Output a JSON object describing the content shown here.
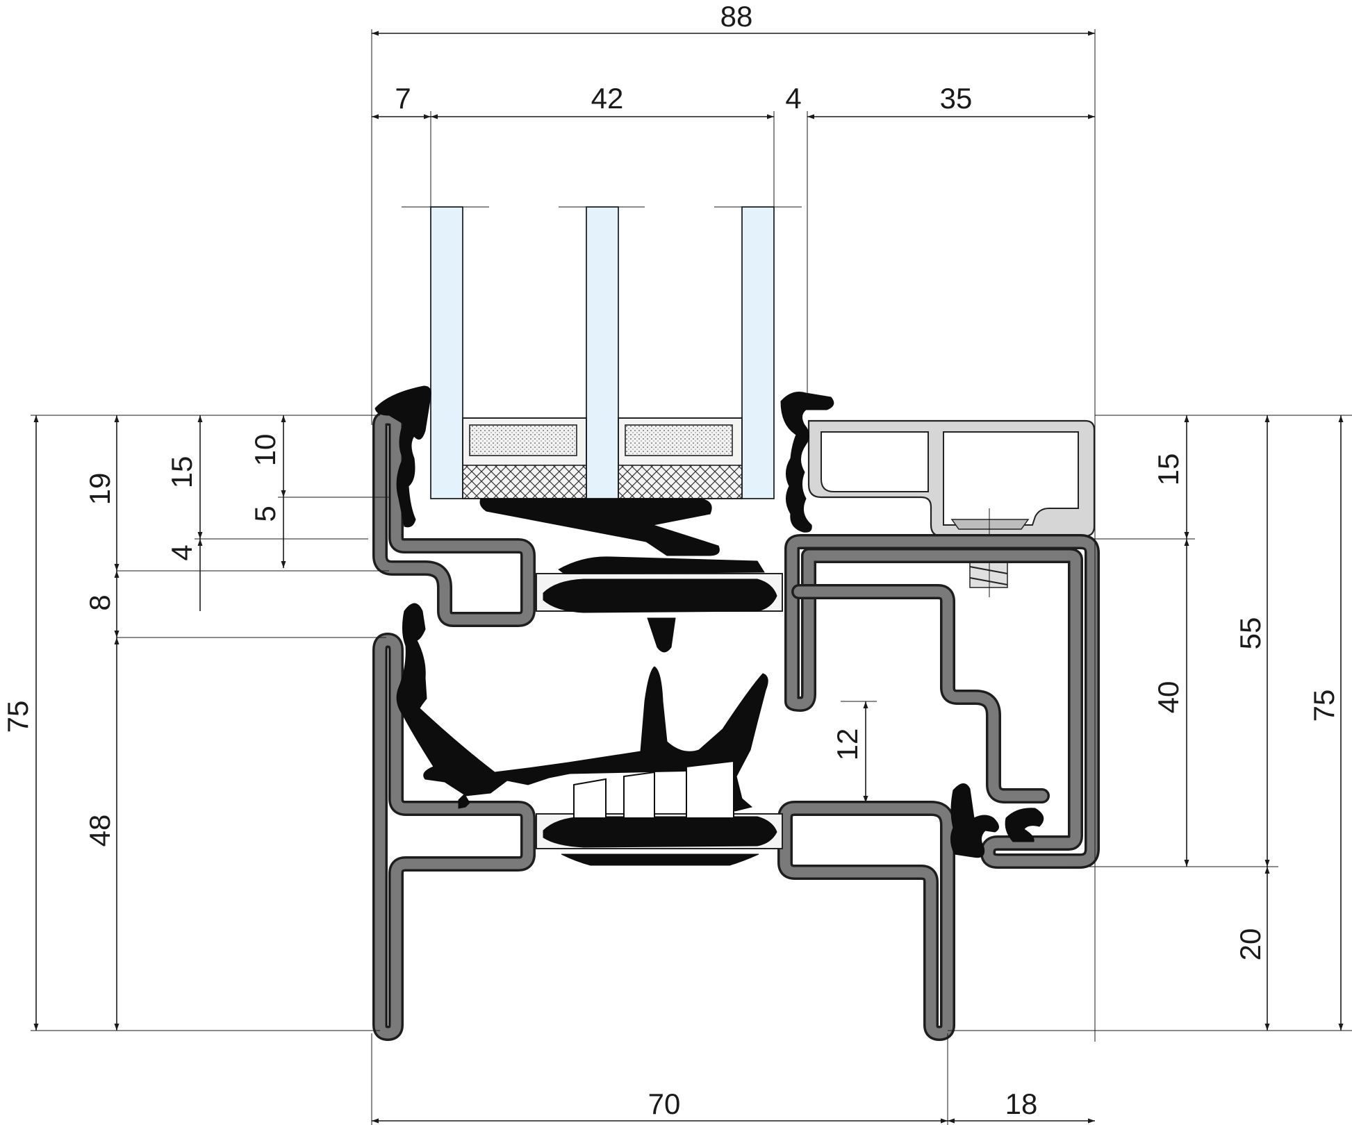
{
  "dimensions": {
    "top": {
      "overall": "88",
      "left_offset": "7",
      "glazing": "42",
      "bead_gap": "4",
      "bead": "35"
    },
    "bottom": {
      "frame": "70",
      "projection": "18"
    },
    "left": {
      "overall": "75",
      "sash_rebate": "19",
      "glass_edge": "15",
      "upper_gap": "10",
      "lower_gap": "5",
      "step": "4",
      "overlap": "8",
      "frame_depth": "48"
    },
    "right": {
      "bead_height": "15",
      "sash_depth": "40",
      "sash_total": "55",
      "overall": "75",
      "frame_projection": "20"
    },
    "inner": {
      "gasket_gap": "12"
    }
  },
  "colors": {
    "glass": "#e4f3fb",
    "aluminium_outline": "#1e1e1e",
    "aluminium_fill": "#7a7a7a",
    "gasket": "#0d0d0d",
    "glazing_bead": "#d6d6d6"
  }
}
